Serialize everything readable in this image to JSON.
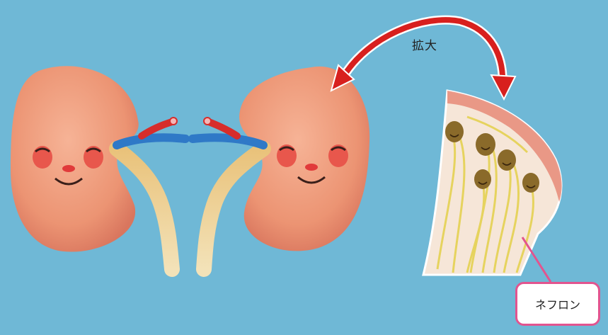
{
  "labels": {
    "zoom": "拡大",
    "nephron": "ネフロン"
  },
  "colors": {
    "background": "#6fb8d6",
    "kidney": "#ef9c7c",
    "kidney_shade": "#d9765e",
    "cheek": "#e8574c",
    "artery": "#d72d2b",
    "vein": "#2f79c7",
    "ureter": "#e9c27a",
    "arrow": "#d8201e",
    "nephron_tissue": "#f6e6d8",
    "nephron_tube": "#e6d35e",
    "glomerulus": "#8a6a2a",
    "callout_border": "#e2548f"
  },
  "icons": {
    "kidney": "kidney-character",
    "arrow": "curved-double-arrow",
    "nephron": "nephron-cluster"
  }
}
